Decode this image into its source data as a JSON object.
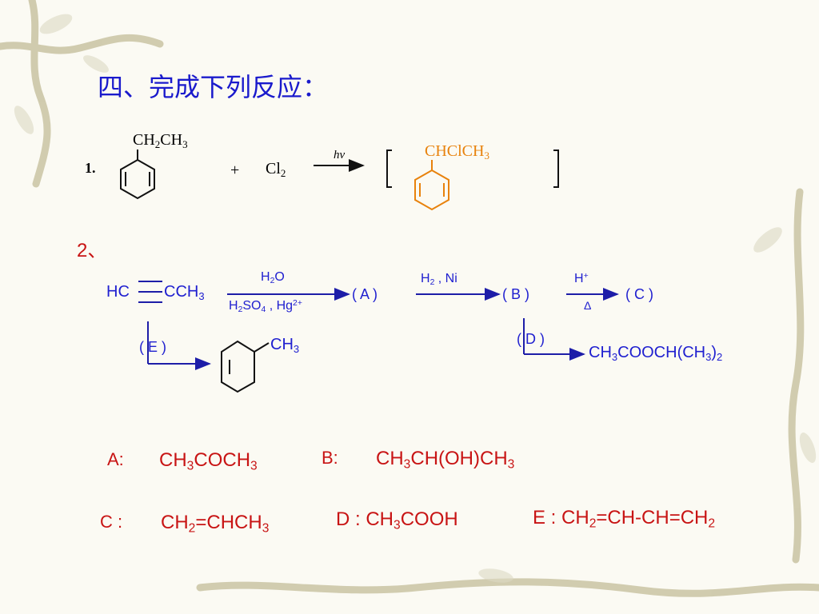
{
  "slide": {
    "title": "四、完成下列反应：",
    "item1": {
      "number": "1.",
      "reactant_group": "CH2CH3",
      "plus": "+",
      "reagent": "Cl2",
      "condition": "hν",
      "product_group": "CHClCH3"
    },
    "item2": {
      "number": "2、",
      "start": "HC",
      "start_tail": "CCH3",
      "reagents_top": "H2O",
      "reagents_bottom": "H2SO4 , Hg2+",
      "label_a": "( A )",
      "reagents_h2": "H2 , Ni",
      "label_b": "( B )",
      "acid": "H+",
      "acid_note": "Δ",
      "label_c": "( C )",
      "label_d": "( D )",
      "ester": "CH3COOCH(CH3)2",
      "label_e": "( E )",
      "ring_substituent": "CH3"
    },
    "answers": {
      "a_label": "A:",
      "a_value": "CH3COCH3",
      "b_label": "B:",
      "b_value": "CH3CH(OH)CH3",
      "c_label": "C  :",
      "c_value": "CH2=CHCH3",
      "d_text": "D : CH3COOH",
      "e_text": "E : CH2=CH-CH=CH2"
    },
    "colors": {
      "title": "#1a1acc",
      "blue": "#2020d0",
      "answer": "#c81414",
      "product": "#e8820c"
    }
  }
}
